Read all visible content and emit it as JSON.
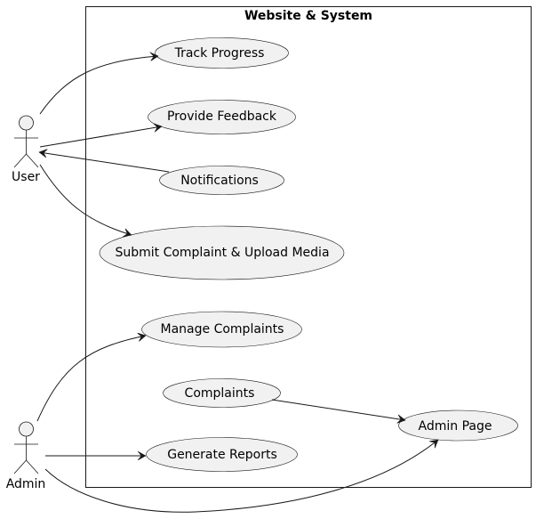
{
  "system": {
    "title": "Website & System"
  },
  "actors": {
    "user": "User",
    "admin": "Admin"
  },
  "use_cases": {
    "track_progress": "Track Progress",
    "provide_feedback": "Provide Feedback",
    "notifications": "Notifications",
    "submit_complaint": "Submit Complaint & Upload Media",
    "manage_complaints": "Manage Complaints",
    "complaints": "Complaints",
    "admin_page": "Admin Page",
    "generate_reports": "Generate Reports"
  }
}
